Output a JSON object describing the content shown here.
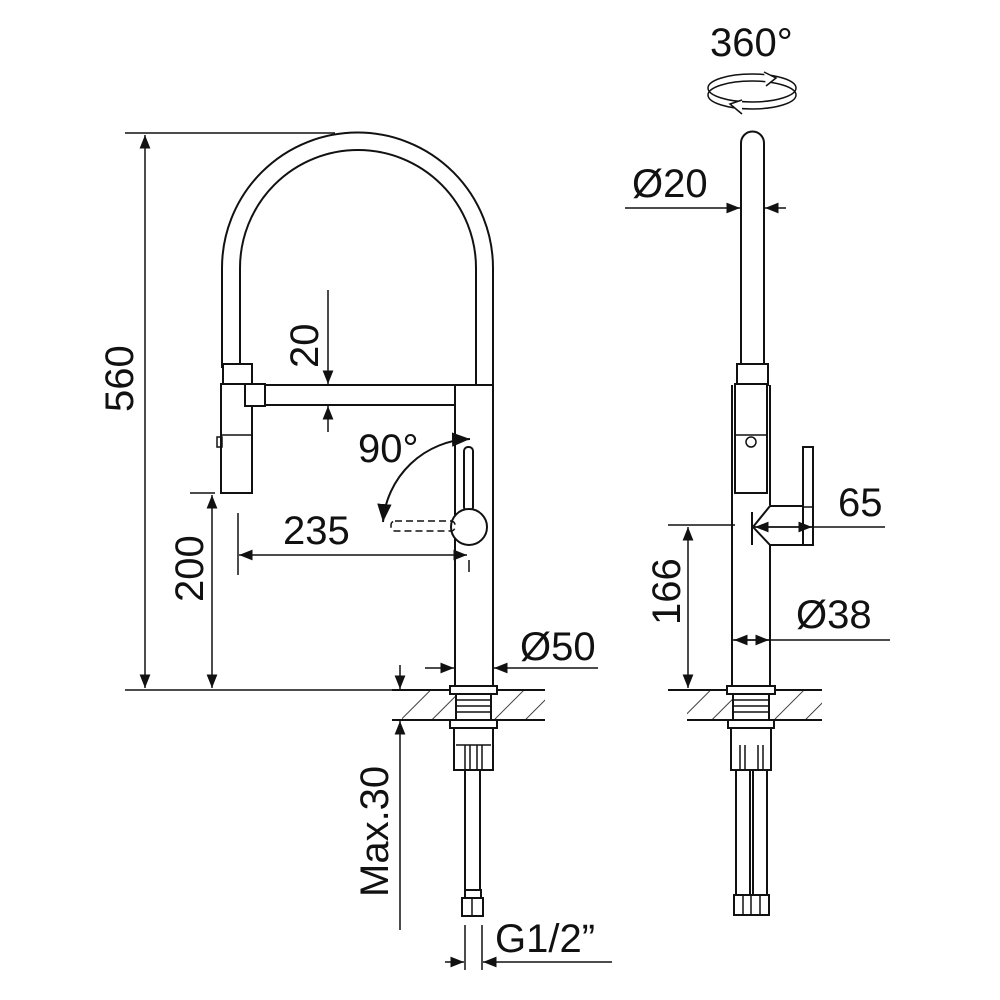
{
  "title": "Faucet technical drawing",
  "front_view": {
    "height_total": "560",
    "spout_height": "200",
    "arm_thickness": "20",
    "reach": "235",
    "lever_angle": "90°",
    "base_diameter": "Ø50",
    "max_counter_thickness": "Max.30",
    "connection": "G1/2”"
  },
  "side_view": {
    "rotation": "360°",
    "tube_diameter": "Ø20",
    "lever_reach": "65",
    "lever_height": "166",
    "body_diameter": "Ø38"
  },
  "colors": {
    "line": "#111111",
    "background": "#ffffff"
  }
}
